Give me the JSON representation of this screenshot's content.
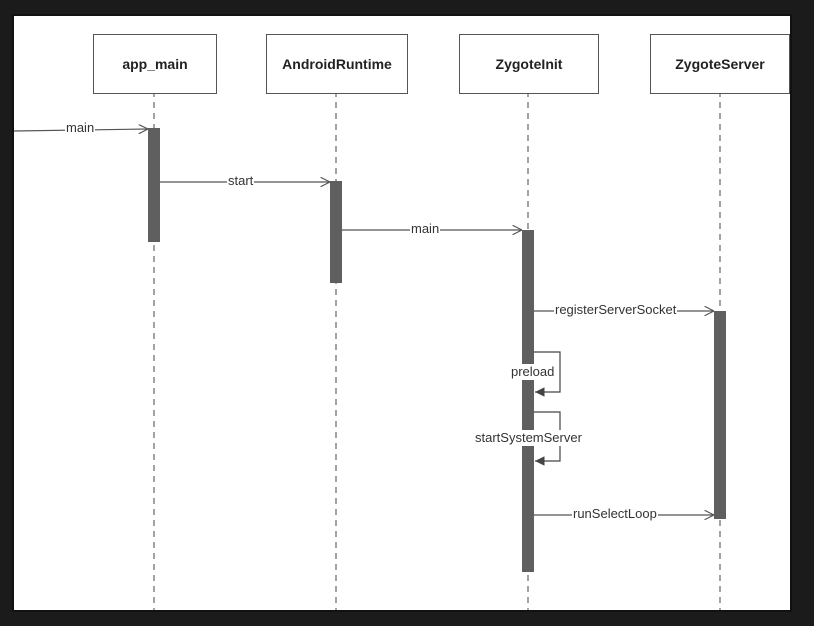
{
  "participants": [
    {
      "id": "app_main",
      "label": "app_main"
    },
    {
      "id": "android_runtime",
      "label": "AndroidRuntime"
    },
    {
      "id": "zygote_init",
      "label": "ZygoteInit"
    },
    {
      "id": "zygote_server",
      "label": "ZygoteServer"
    }
  ],
  "messages": [
    {
      "id": "main_call",
      "label": "main",
      "from": "external",
      "to": "app_main"
    },
    {
      "id": "start_call",
      "label": "start",
      "from": "app_main",
      "to": "android_runtime"
    },
    {
      "id": "main_call_2",
      "label": "main",
      "from": "android_runtime",
      "to": "zygote_init"
    },
    {
      "id": "register_server_socket",
      "label": "registerServerSocket",
      "from": "zygote_init",
      "to": "zygote_server"
    },
    {
      "id": "run_select_loop",
      "label": "runSelectLoop",
      "from": "zygote_init",
      "to": "zygote_server"
    }
  ],
  "self_calls": [
    {
      "id": "preload",
      "label": "preload",
      "on": "zygote_init"
    },
    {
      "id": "start_system_server",
      "label": "startSystemServer",
      "on": "zygote_init"
    }
  ],
  "colors": {
    "background": "#1b1b1b",
    "panel": "#ffffff",
    "activation": "#5f5f5f",
    "line": "#444444"
  }
}
